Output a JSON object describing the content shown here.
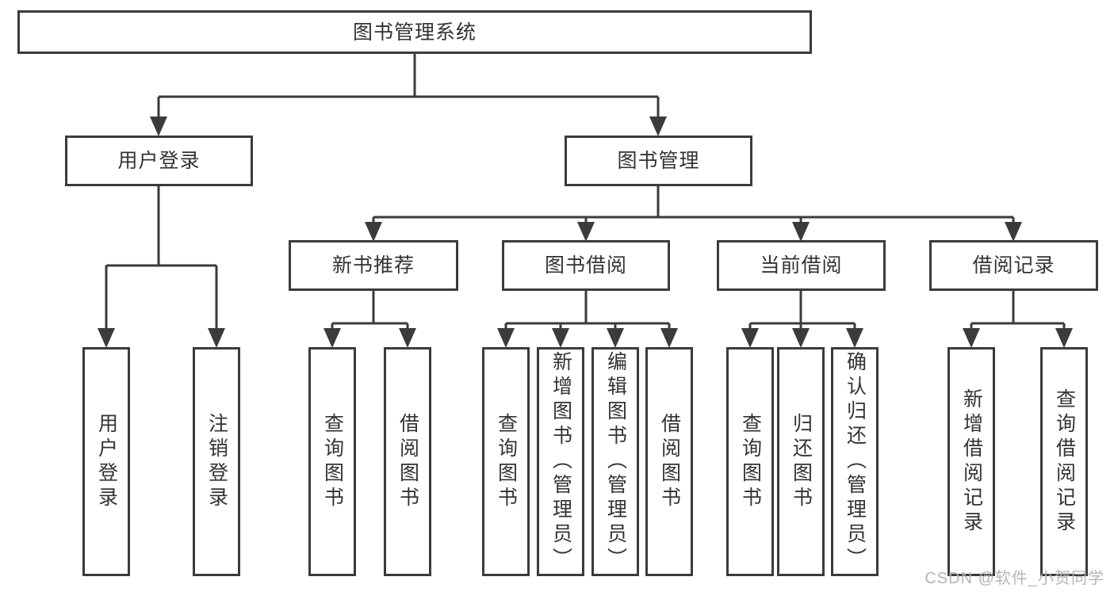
{
  "tree": {
    "root": {
      "label": "图书管理系统"
    },
    "branches": [
      {
        "label": "用户登录",
        "children": [
          "用户登录",
          "注销登录"
        ]
      },
      {
        "label": "图书管理",
        "groups": [
          {
            "label": "新书推荐",
            "children": [
              "查询图书",
              "借阅图书"
            ]
          },
          {
            "label": "图书借阅",
            "children": [
              "查询图书",
              "新增图书（管理员）",
              "编辑图书（管理员）",
              "借阅图书"
            ]
          },
          {
            "label": "当前借阅",
            "children": [
              "查询图书",
              "归还图书",
              "确认归还（管理员）"
            ]
          },
          {
            "label": "借阅记录",
            "children": [
              "新增借阅记录",
              "查询借阅记录"
            ]
          }
        ]
      }
    ]
  },
  "watermark": {
    "text": "CSDN @软件_小贺同学"
  },
  "colors": {
    "line": "#3b3b3b",
    "text": "#333333",
    "box_background": "#ffffff",
    "watermark": "#b5b5b5"
  }
}
